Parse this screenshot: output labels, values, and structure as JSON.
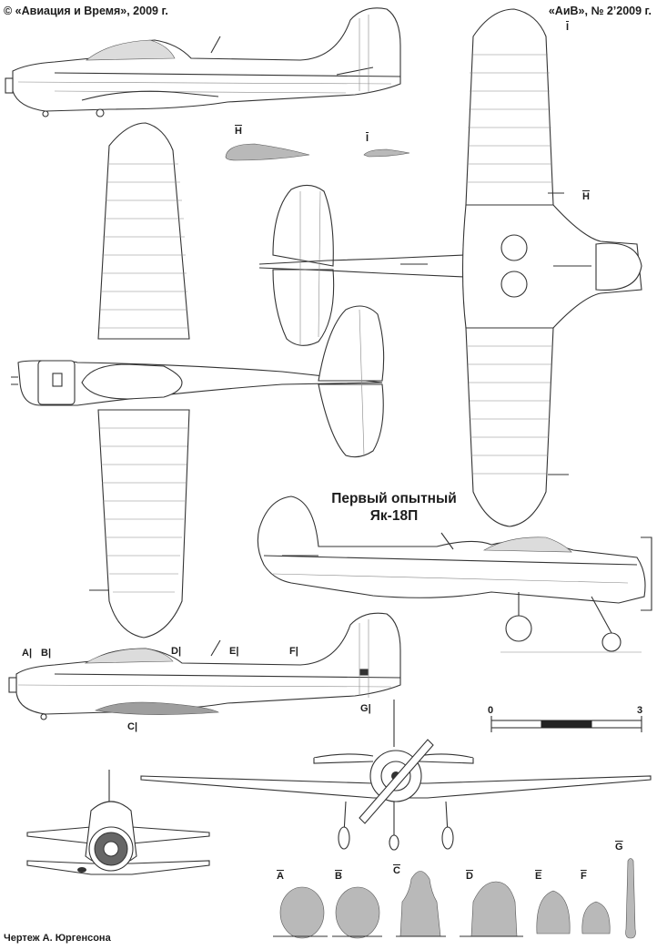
{
  "header": {
    "copyright": "© «Авиация и Время», 2009 г.",
    "issue": "«АиВ», № 2’2009 г."
  },
  "title": {
    "line1": "Первый опытный",
    "line2": "Як-18П"
  },
  "credit": "Чертеж А. Юргенсона",
  "scale_bar": {
    "start_label": "0",
    "end_label": "3"
  },
  "station_markers": [
    "A",
    "B",
    "C",
    "D",
    "E",
    "F",
    "G"
  ],
  "airfoil_sections": [
    "H",
    "I"
  ],
  "cross_sections": [
    {
      "label": "A"
    },
    {
      "label": "B"
    },
    {
      "label": "C"
    },
    {
      "label": "D"
    },
    {
      "label": "E"
    },
    {
      "label": "F"
    },
    {
      "label": "G"
    }
  ],
  "colors": {
    "line": "#333333",
    "section_fill": "#b9b9b9",
    "paper": "#ffffff"
  }
}
